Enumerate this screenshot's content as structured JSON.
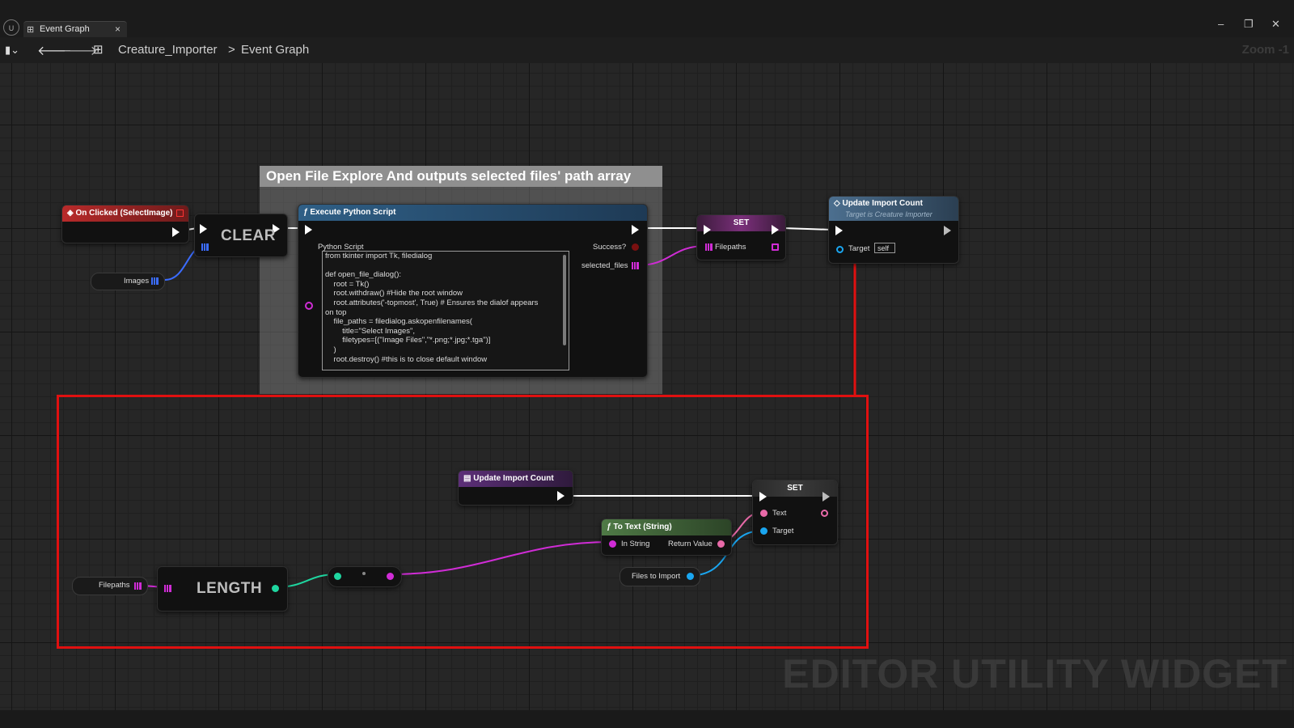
{
  "window": {
    "tab_label": "Event Graph",
    "tab_close": "×",
    "minimize": "–",
    "restore": "❐",
    "close": "✕"
  },
  "toolbar": {
    "breadcrumb_root": "Creature_Importer",
    "breadcrumb_sep": ">",
    "breadcrumb_current": "Event Graph",
    "zoom_label": "Zoom -1"
  },
  "comment": {
    "title": "Open File Explore And outputs selected files' path array"
  },
  "nodes": {
    "on_clicked": {
      "title": "On Clicked (SelectImage)"
    },
    "clear": {
      "label": "CLEAR"
    },
    "images_var": {
      "label": "Images"
    },
    "python": {
      "title": "Execute Python Script",
      "script_label": "Python Script",
      "success_label": "Success?",
      "selected_files_label": "selected_files",
      "script_lines": [
        "from tkinter import Tk, filedialog",
        "",
        "def open_file_dialog():",
        "    root = Tk()",
        "    root.withdraw() #Hide the root window",
        "    root.attributes('-topmost', True) # Ensures the dialof appears",
        "on top",
        "    file_paths = filedialog.askopenfilenames(",
        "        title=\"Select Images\",",
        "        filetypes=[(\"Image Files\",\"*.png;*.jpg;*.tga\")]",
        "    )",
        "    root.destroy() #this is to close default window"
      ]
    },
    "set_top": {
      "title": "SET",
      "pin_label": "Filepaths"
    },
    "update_top": {
      "title": "Update Import Count",
      "subtitle": "Target is Creature Importer",
      "target_label": "Target",
      "target_value": "self"
    },
    "update_event": {
      "title": "Update Import Count"
    },
    "set_bottom": {
      "title": "SET",
      "text_label": "Text",
      "target_label": "Target"
    },
    "to_text": {
      "title": "To Text (String)",
      "in_label": "In String",
      "out_label": "Return Value"
    },
    "files_to_import": {
      "label": "Files to Import"
    },
    "filepaths_var": {
      "label": "Filepaths"
    },
    "length": {
      "label": "LENGTH"
    }
  },
  "watermark": "EDITOR UTILITY WIDGET",
  "colors": {
    "exec": "#ffffff",
    "array_blue": "#3b6cff",
    "array_magenta": "#d02cd6",
    "int_teal": "#1fd6a0",
    "text_pink": "#e86aa8",
    "object_blue": "#1aa6f0",
    "highlight": "#e01010"
  }
}
